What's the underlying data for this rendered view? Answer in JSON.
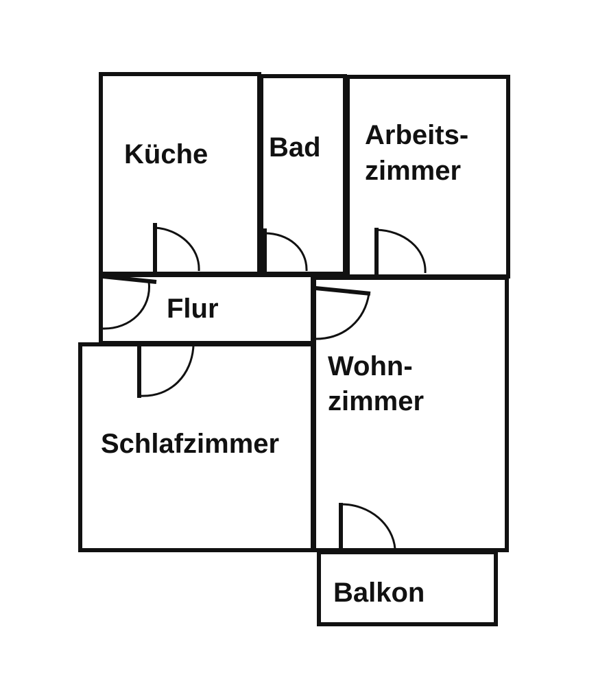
{
  "rooms": {
    "kueche": "Küche",
    "bad": "Bad",
    "arbeitszimmer_line1": "Arbeits-",
    "arbeitszimmer_line2": "zimmer",
    "flur": "Flur",
    "wohnzimmer_line1": "Wohn-",
    "wohnzimmer_line2": "zimmer",
    "schlafzimmer": "Schlafzimmer",
    "balkon": "Balkon"
  },
  "colors": {
    "line": "#111111",
    "background": "#ffffff"
  }
}
